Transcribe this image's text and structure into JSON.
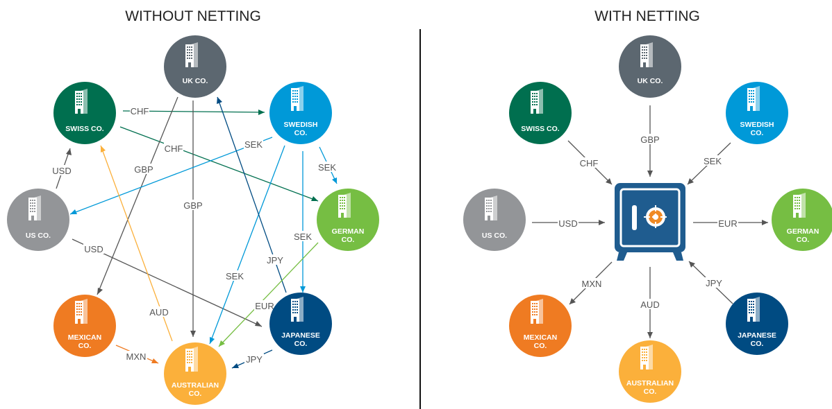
{
  "colors": {
    "uk": "#5c6770",
    "swiss": "#006f4f",
    "swedish": "#0099d8",
    "german": "#76be43",
    "us": "#939598",
    "mexican": "#ef7b22",
    "japanese": "#004b82",
    "australian": "#fbb03b",
    "gray_line": "#555555",
    "vault": "#1f5c8f",
    "vault_gear": "#f08a24"
  },
  "left_panel": {
    "title": "WITHOUT NETTING",
    "nodes": {
      "uk": [
        "UK CO."
      ],
      "swiss": [
        "SWISS CO."
      ],
      "swedish": [
        "SWEDISH",
        "CO."
      ],
      "german": [
        "GERMAN",
        "CO."
      ],
      "us": [
        "US CO."
      ],
      "mexican": [
        "MEXICAN",
        "CO."
      ],
      "japanese": [
        "JAPANESE",
        "CO."
      ],
      "australian": [
        "AUSTRALIAN",
        "CO."
      ]
    },
    "flows": [
      {
        "from": "Swiss Co.",
        "to": "Swedish Co.",
        "currency": "CHF"
      },
      {
        "from": "Swiss Co.",
        "to": "German Co.",
        "currency": "CHF"
      },
      {
        "from": "UK Co.",
        "to": "Mexican Co.",
        "currency": "GBP"
      },
      {
        "from": "UK Co.",
        "to": "Australian Co.",
        "currency": "GBP"
      },
      {
        "from": "US Co.",
        "to": "Swiss Co.",
        "currency": "USD"
      },
      {
        "from": "US Co.",
        "to": "Japanese Co.",
        "currency": "USD"
      },
      {
        "from": "Swedish Co.",
        "to": "US Co.",
        "currency": "SEK"
      },
      {
        "from": "Swedish Co.",
        "to": "German Co.",
        "currency": "SEK"
      },
      {
        "from": "Swedish Co.",
        "to": "Japanese Co.",
        "currency": "SEK"
      },
      {
        "from": "Swedish Co.",
        "to": "Australian Co.",
        "currency": "SEK"
      },
      {
        "from": "Japanese Co.",
        "to": "UK Co.",
        "currency": "JPY"
      },
      {
        "from": "Japanese Co.",
        "to": "Australian Co.",
        "currency": "JPY"
      },
      {
        "from": "German Co.",
        "to": "Australian Co.",
        "currency": "EUR"
      },
      {
        "from": "Australian Co.",
        "to": "Swiss Co.",
        "currency": "AUD"
      },
      {
        "from": "Mexican Co.",
        "to": "Australian Co.",
        "currency": "MXN"
      }
    ]
  },
  "right_panel": {
    "title": "WITH NETTING",
    "nodes": {
      "uk": [
        "UK CO."
      ],
      "swiss": [
        "SWISS CO."
      ],
      "swedish": [
        "SWEDISH",
        "CO."
      ],
      "german": [
        "GERMAN",
        "CO."
      ],
      "us": [
        "US CO."
      ],
      "mexican": [
        "MEXICAN",
        "CO."
      ],
      "japanese": [
        "JAPANESE",
        "CO."
      ],
      "australian": [
        "AUSTRALIAN",
        "CO."
      ]
    },
    "flows": [
      {
        "from": "UK Co.",
        "to": "Netting Center",
        "currency": "GBP"
      },
      {
        "from": "Swiss Co.",
        "to": "Netting Center",
        "currency": "CHF"
      },
      {
        "from": "Swedish Co.",
        "to": "Netting Center",
        "currency": "SEK"
      },
      {
        "from": "US Co.",
        "to": "Netting Center",
        "currency": "USD"
      },
      {
        "from": "Japanese Co.",
        "to": "Netting Center",
        "currency": "JPY"
      },
      {
        "from": "Netting Center",
        "to": "German Co.",
        "currency": "EUR"
      },
      {
        "from": "Netting Center",
        "to": "Mexican Co.",
        "currency": "MXN"
      },
      {
        "from": "Netting Center",
        "to": "Australian Co.",
        "currency": "AUD"
      }
    ]
  }
}
